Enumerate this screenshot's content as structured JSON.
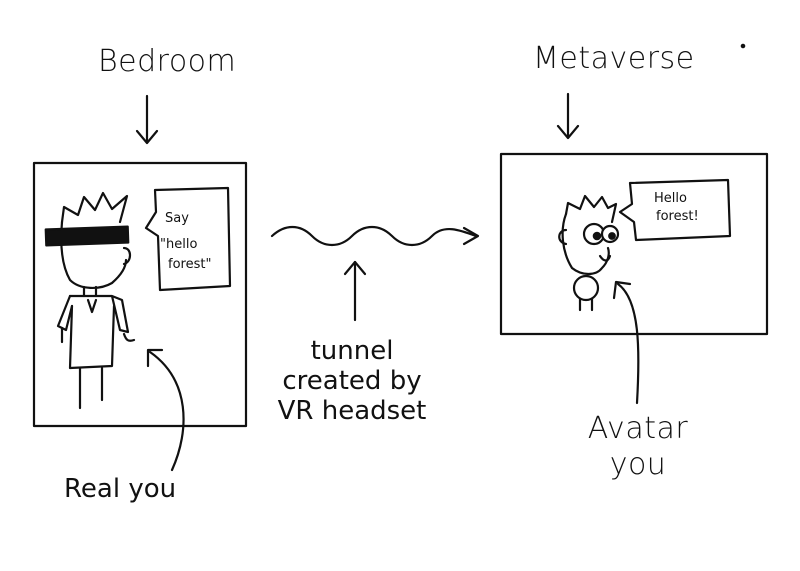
{
  "labels": {
    "bedroom": "Bedroom",
    "metaverse": "Metaverse",
    "tunnel_line1": "tunnel",
    "tunnel_line2": "created by",
    "tunnel_line3": "VR headset",
    "real_you": "Real you",
    "avatar_line1": "Avatar",
    "avatar_line2": "you"
  },
  "bubbles": {
    "bedroom_line1": "Say",
    "bedroom_line2": "\"hello",
    "bedroom_line3": "forest\"",
    "metaverse_line1": "Hello",
    "metaverse_line2": "forest!"
  },
  "colors": {
    "ink": "#111111",
    "background": "#ffffff"
  }
}
